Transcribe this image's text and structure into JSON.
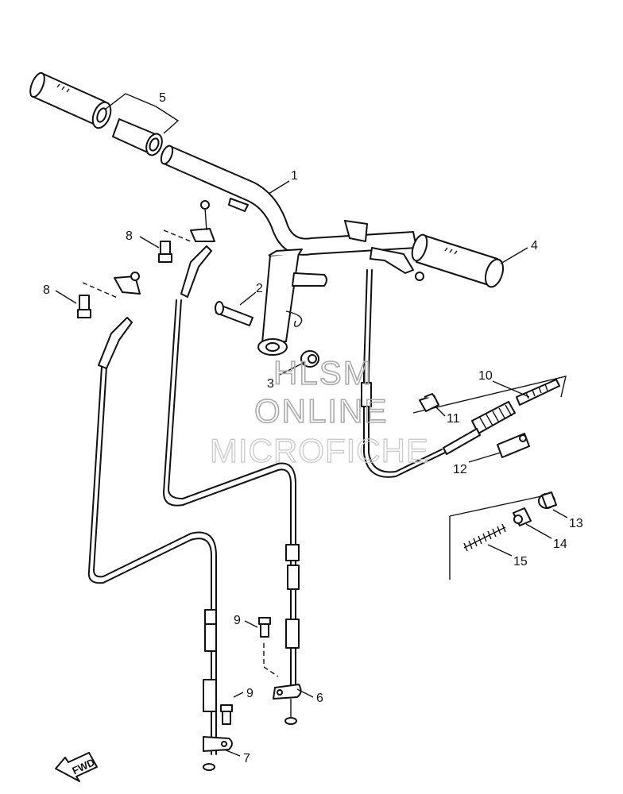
{
  "callouts": {
    "c1": "1",
    "c2": "2",
    "c3": "3",
    "c4": "4",
    "c5": "5",
    "c6": "6",
    "c7": "7",
    "c8a": "8",
    "c8b": "8",
    "c9a": "9",
    "c9b": "9",
    "c10": "10",
    "c11": "11",
    "c12": "12",
    "c13": "13",
    "c14": "14",
    "c15": "15"
  },
  "watermark": {
    "line1": "HLSM",
    "line2": "ONLINE",
    "line3": "MICROFICHE"
  },
  "fwd_label": "FWD"
}
